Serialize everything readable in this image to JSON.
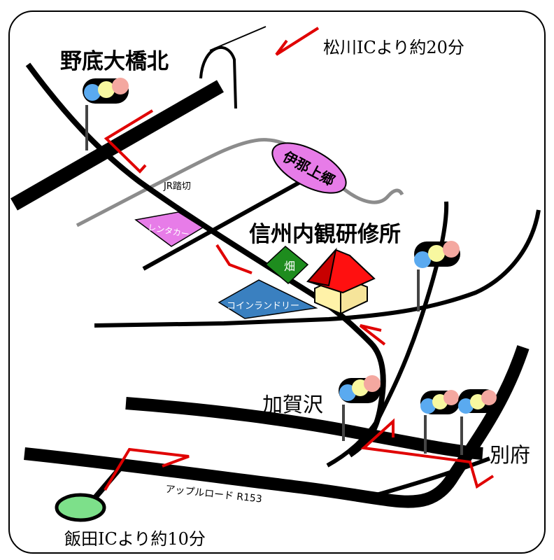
{
  "labels": {
    "nozoko_ohashi_kita": "野底大橋北",
    "from_matsumoto_ic": "松川ICより約20分",
    "ina_kamisato": "伊那上郷",
    "jr_crossing": "JR踏切",
    "rental_car": "レンタカー",
    "facility_name": "信州内観研修所",
    "field": "畑",
    "coin_laundry": "コインランドリー",
    "kagazawa": "加賀沢",
    "beppu": "別府",
    "apple_road": "アップルロード R153",
    "from_iida_ic": "飯田ICより約10分"
  },
  "colors": {
    "road": "#000000",
    "rail": "#8c8c8c",
    "route_arrow": "#e00000",
    "ina_kamisato_fill": "#e77ce8",
    "rental_car_fill": "#e77ce8",
    "field_fill": "#1e8c1e",
    "coin_laundry_fill": "#3a80c0",
    "roof": "#ff1010",
    "house_wall": "#fff2a8",
    "signal_blue": "#5aaaf0",
    "signal_yellow": "#f8f8a0",
    "signal_red": "#f4a8a0",
    "iida_ic_fill": "#7de08a"
  }
}
